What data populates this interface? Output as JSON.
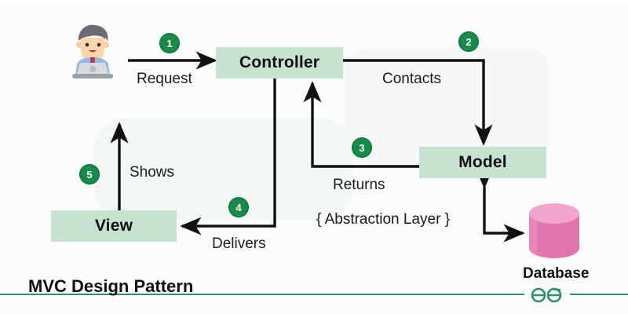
{
  "diagram": {
    "title": "MVC Design Pattern",
    "accent_green": "#1a8a4a",
    "box_fill": "#c6e3d2",
    "database_color": "#e47fb5",
    "line_color": "#111111",
    "nodes": [
      {
        "id": "user",
        "label": "",
        "icon": "person-with-laptop-icon"
      },
      {
        "id": "controller",
        "label": "Controller",
        "icon": ""
      },
      {
        "id": "model",
        "label": "Model",
        "icon": ""
      },
      {
        "id": "view",
        "label": "View",
        "icon": ""
      },
      {
        "id": "database",
        "label": "Database",
        "icon": "database-cylinder-icon"
      }
    ],
    "edges": [
      {
        "step": "1",
        "label": "Request",
        "from": "user",
        "to": "controller"
      },
      {
        "step": "2",
        "label": "Contacts",
        "from": "controller",
        "to": "model"
      },
      {
        "step": "3",
        "label": "Returns",
        "from": "model",
        "to": "controller"
      },
      {
        "step": "4",
        "label": "Delivers",
        "from": "controller",
        "to": "view"
      },
      {
        "step": "5",
        "label": "Shows",
        "from": "view",
        "to": "user"
      },
      {
        "step": "",
        "label": "",
        "from": "model",
        "to": "database"
      }
    ],
    "annotation": "{ Abstraction Layer }",
    "badges": [
      "1",
      "2",
      "3",
      "4",
      "5"
    ],
    "logo": "geeksforgeeks-logo"
  }
}
